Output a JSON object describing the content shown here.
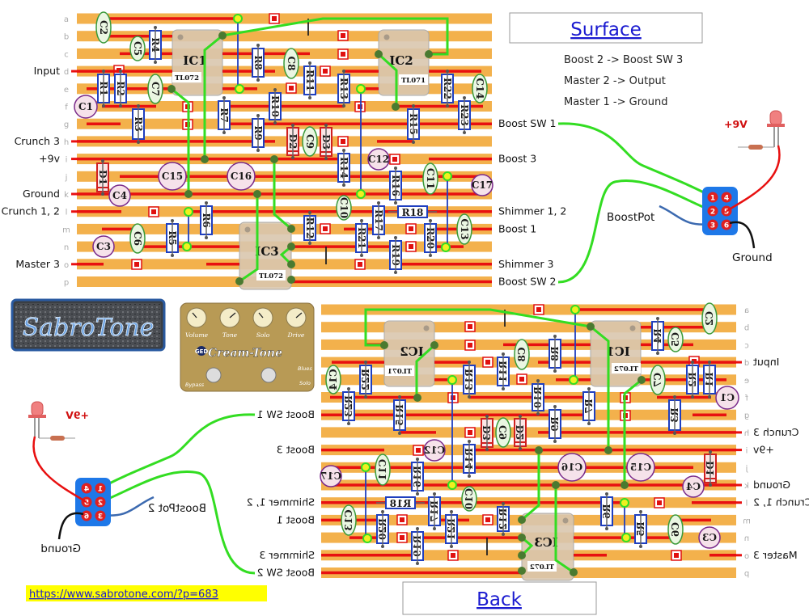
{
  "title_surface": "Surface",
  "title_back": "Back",
  "notes": [
    "Boost 2 -> Boost SW 3",
    "Master 2 -> Output",
    "Master 1 -> Ground"
  ],
  "board": {
    "rows": [
      "a",
      "b",
      "c",
      "d",
      "e",
      "f",
      "g",
      "h",
      "i",
      "j",
      "k",
      "l",
      "m",
      "n",
      "o",
      "p"
    ],
    "left_labels": [
      {
        "row": "d",
        "text": "Input"
      },
      {
        "row": "h",
        "text": "Crunch 3"
      },
      {
        "row": "i",
        "text": "+9v"
      },
      {
        "row": "k",
        "text": "Ground"
      },
      {
        "row": "l",
        "text": "Crunch 1, 2"
      },
      {
        "row": "o",
        "text": "Master 3"
      }
    ],
    "right_labels": [
      {
        "row": "g",
        "text": "Boost SW 1"
      },
      {
        "row": "i",
        "text": "Boost 3"
      },
      {
        "row": "l",
        "text": "Shimmer 1, 2"
      },
      {
        "row": "m",
        "text": "Boost 1"
      },
      {
        "row": "o",
        "text": "Shimmer 3"
      },
      {
        "row": "p",
        "text": "Boost SW 2"
      }
    ],
    "resistors": [
      "R1",
      "R2",
      "R3",
      "R4",
      "R5",
      "R6",
      "R7",
      "R8",
      "R9",
      "R10",
      "R11",
      "R12",
      "R13",
      "R14",
      "R15",
      "R16",
      "R17",
      "R18",
      "R19",
      "R20",
      "R21",
      "R22",
      "R23"
    ],
    "diodes": [
      "D1",
      "D2",
      "D3"
    ],
    "film_caps": [
      "C2",
      "C5",
      "C6",
      "C7",
      "C8",
      "C9",
      "C10",
      "C11",
      "C13",
      "C14"
    ],
    "electrolytic_caps": [
      "C1",
      "C3",
      "C4",
      "C12",
      "C15",
      "C16",
      "C17"
    ],
    "ics": [
      {
        "name": "IC1",
        "type": "TL072"
      },
      {
        "name": "IC2",
        "type": "TL071"
      },
      {
        "name": "IC3",
        "type": "TL072"
      }
    ]
  },
  "switch": {
    "pins": [
      "1",
      "2",
      "3",
      "4",
      "5",
      "6"
    ],
    "power_label": "+9V",
    "ground_label": "Ground",
    "pot_label_surface": "BoostPot",
    "pot_label_back": "BoostPot 2"
  },
  "logo": "SabroTone",
  "pedal": {
    "knobs": [
      "Volume",
      "Tone",
      "Solo",
      "Drive"
    ],
    "brand": "Cream-Tone",
    "badge": "GED",
    "switch_labels": [
      "Bypass",
      "Blues",
      "Solo"
    ]
  },
  "url": "https://www.sabrotone.com/?p=683",
  "colors": {
    "strip": "#f3b14c",
    "cut": "#e01010",
    "wire_red": "#e81010",
    "wire_green": "#33dd22",
    "jumper_blue": "#1f3fbf",
    "switch_blue": "#1e78e8"
  }
}
